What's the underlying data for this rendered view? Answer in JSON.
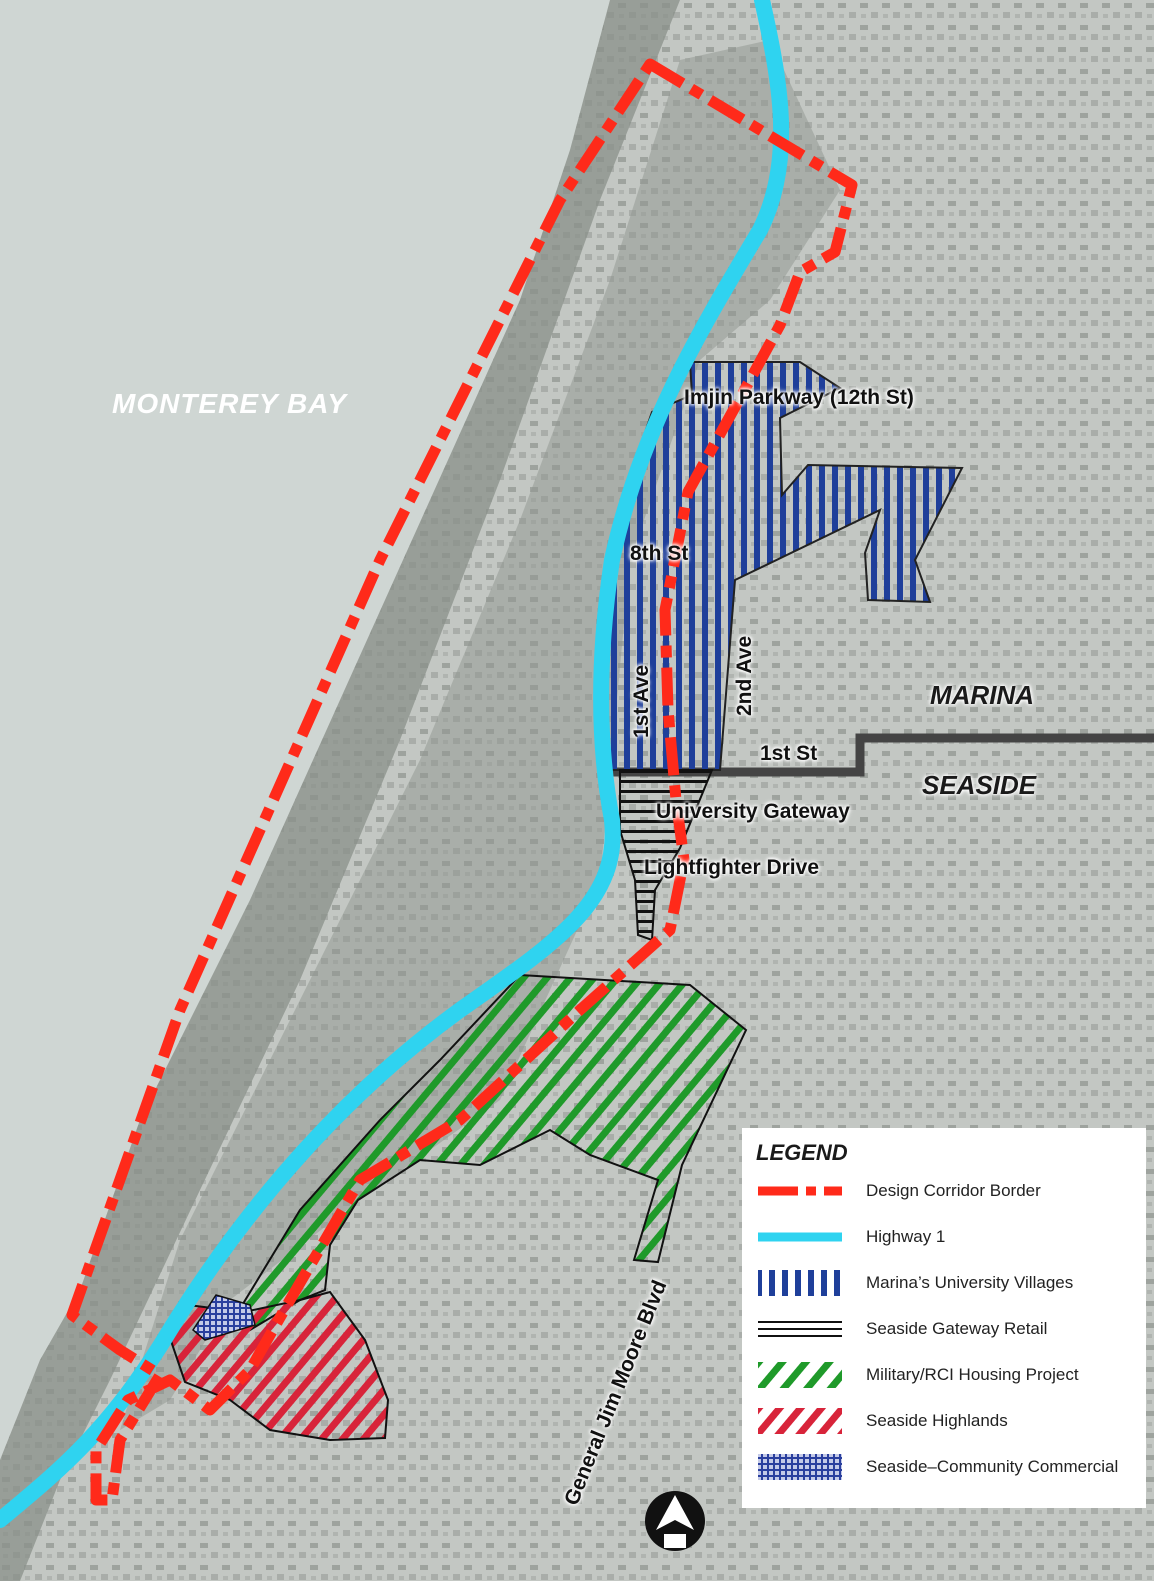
{
  "map": {
    "water_label": "MONTEREY BAY",
    "city_labels": {
      "north": "MARINA",
      "south": "SEASIDE"
    },
    "street_labels": {
      "imjin": "Imjin Parkway (12th St)",
      "eighth": "8th St",
      "first_ave": "1st Ave",
      "second_ave": "2nd Ave",
      "first_st": "1st St",
      "university_gateway": "University Gateway",
      "lightfighter": "Lightfighter Drive",
      "general_jim_moore": "General Jim Moore Blvd"
    },
    "colors": {
      "water": "#cfd6d3",
      "land": "#c9cdc9",
      "corridor_border": "#ff2a1a",
      "highway": "#2fd3f0",
      "university_villages": "#1f3f9a",
      "gateway_retail": "#111111",
      "military_housing": "#1f9a2a",
      "seaside_highlands": "#d8243a",
      "community_commercial": "#2a3f9e",
      "city_boundary": "#444444"
    }
  },
  "legend": {
    "title": "LEGEND",
    "items": [
      {
        "key": "corridor_border",
        "label": "Design Corridor Border",
        "icon": "dash-dot-line"
      },
      {
        "key": "highway",
        "label": "Highway 1",
        "icon": "solid-line"
      },
      {
        "key": "university_villages",
        "label": "Marina’s University Villages",
        "icon": "vertical-hatch"
      },
      {
        "key": "gateway_retail",
        "label": "Seaside Gateway Retail",
        "icon": "horizontal-hatch"
      },
      {
        "key": "military_housing",
        "label": "Military/RCI Housing Project",
        "icon": "diagonal-hatch"
      },
      {
        "key": "seaside_highlands",
        "label": "Seaside Highlands",
        "icon": "diagonal-hatch"
      },
      {
        "key": "community_commercial",
        "label": "Seaside–Community Commercial",
        "icon": "grid-hatch"
      }
    ]
  }
}
